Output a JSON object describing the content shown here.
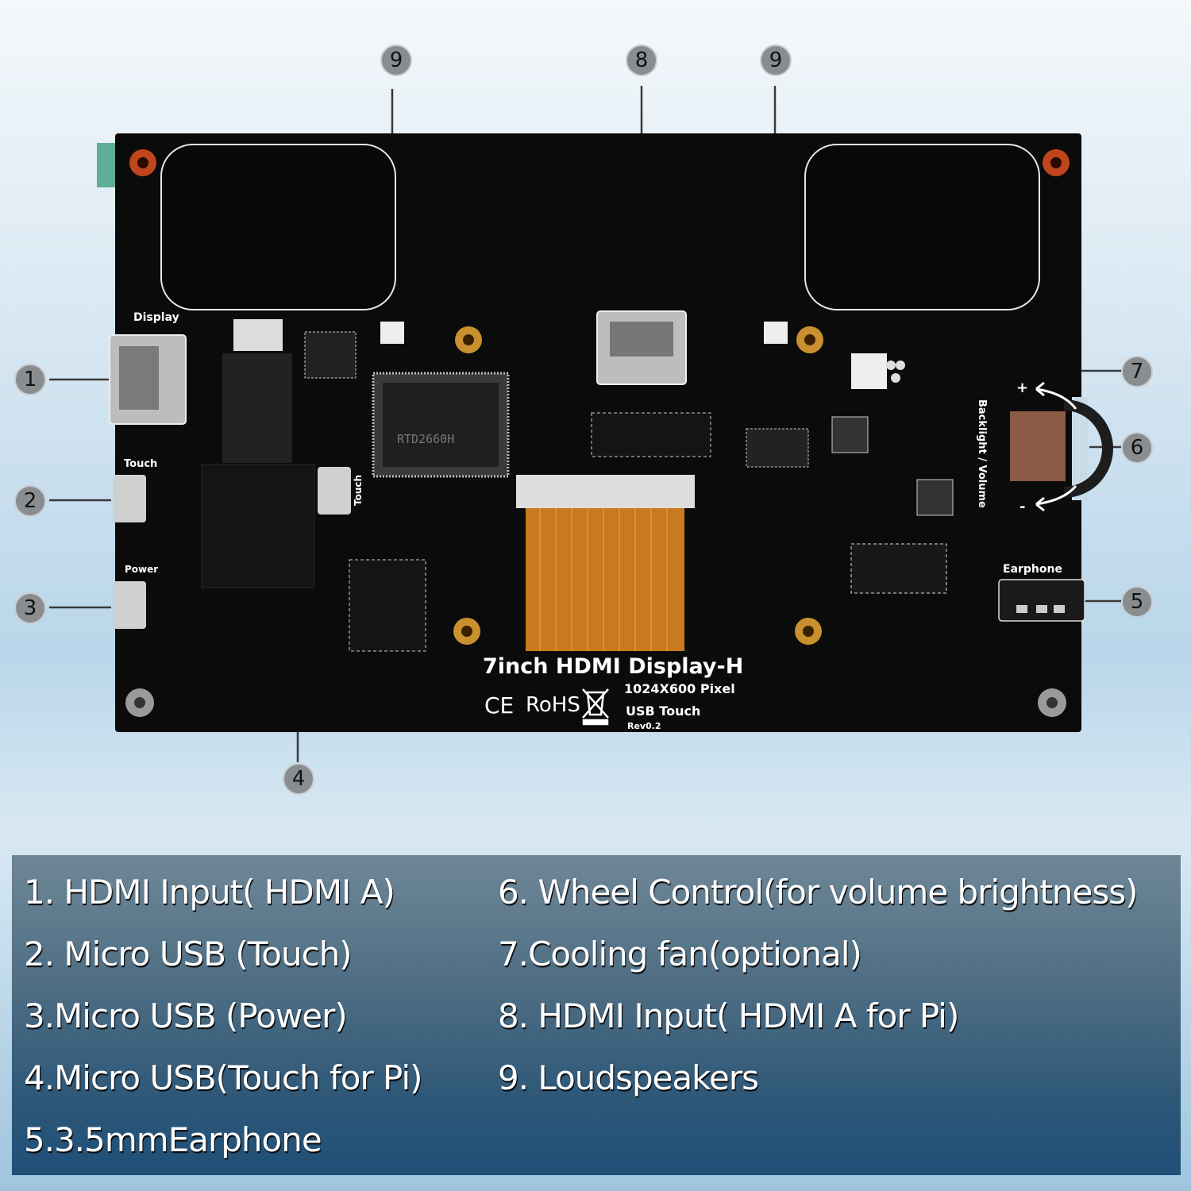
{
  "board": {
    "title": "7inch HDMI Display-H",
    "resolution": "1024X600 Pixel",
    "touch": "USB Touch",
    "revision": "Rev0.2",
    "cert_ce": "CE",
    "cert_rohs": "RoHS",
    "label_display": "Display",
    "label_touch": "Touch",
    "label_power": "Power",
    "label_touch_pi": "Touch",
    "label_earphone": "Earphone",
    "label_backlight": "Backlight / Volume",
    "label_plus": "+",
    "label_minus": "-",
    "chip_text": "RTD2660H"
  },
  "callouts": [
    "1",
    "2",
    "3",
    "4",
    "5",
    "6",
    "7",
    "8",
    "9",
    "9"
  ],
  "legend": {
    "items": [
      "1. HDMI Input( HDMI A)",
      "2. Micro USB (Touch)",
      "3.Micro USB (Power)",
      "4.Micro USB(Touch for Pi)",
      "5.3.5mmEarphone",
      "6. Wheel Control(for volume brightness)",
      "7.Cooling fan(optional)",
      "8. HDMI Input( HDMI A for Pi)",
      "9.  Loudspeakers"
    ]
  },
  "colors": {
    "board": "#0b0b0b",
    "fpc": "#c97a1e",
    "callout": "#8a8d90",
    "legend": "#2f5878"
  }
}
